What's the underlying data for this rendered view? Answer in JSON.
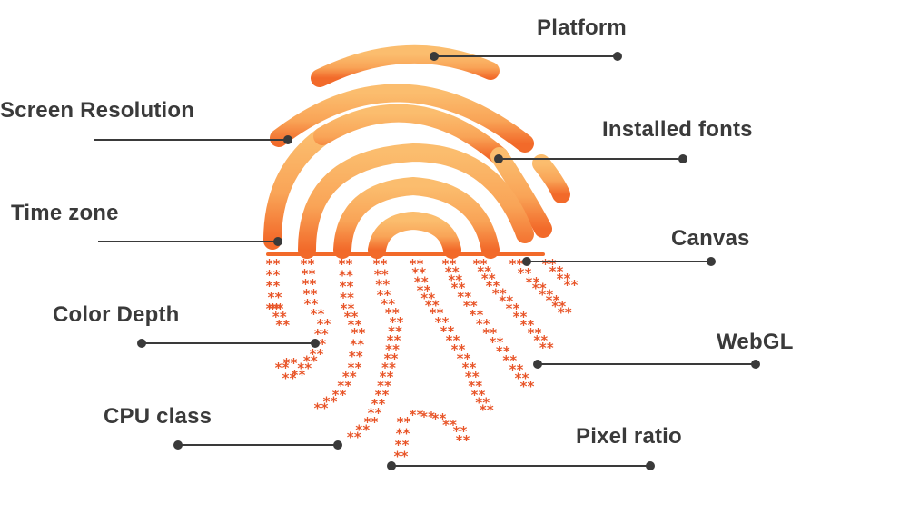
{
  "labels": {
    "platform": "Platform",
    "screen_resolution": "Screen Resolution",
    "installed_fonts": "Installed fonts",
    "time_zone": "Time zone",
    "canvas": "Canvas",
    "color_depth": "Color Depth",
    "webgl": "WebGL",
    "cpu_class": "CPU class",
    "pixel_ratio": "Pixel ratio"
  },
  "glyphs": {
    "dot": "*"
  },
  "colors": {
    "ridge_light": "#f9b463",
    "ridge_dark": "#f26a2a",
    "dots": "#e8562a",
    "leader": "#3a3a3a",
    "text": "#3a3a3a"
  }
}
